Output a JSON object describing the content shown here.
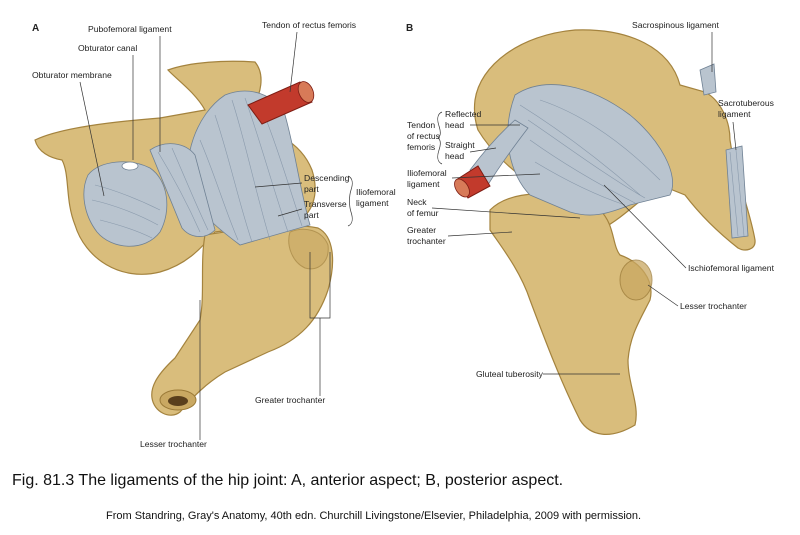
{
  "panels": {
    "a": "A",
    "b": "B"
  },
  "labels_a": {
    "pubofemoral": "Pubofemoral ligament",
    "tendon_rectus": "Tendon of rectus femoris",
    "obturator_canal": "Obturator canal",
    "obturator_membrane": "Obturator membrane",
    "descending_1": "Descending",
    "descending_2": "part",
    "transverse_1": "Transverse",
    "transverse_2": "part",
    "iliofemoral_1": "Iliofemoral",
    "iliofemoral_2": "ligament",
    "greater_trochanter": "Greater trochanter",
    "lesser_trochanter": "Lesser trochanter"
  },
  "labels_b": {
    "sacrospinous": "Sacrospinous ligament",
    "sacrotuberous_1": "Sacrotuberous",
    "sacrotuberous_2": "ligament",
    "tendon_1": "Tendon",
    "tendon_2": "of rectus",
    "tendon_3": "femoris",
    "reflected_1": "Reflected",
    "reflected_2": "head",
    "straight_1": "Straight",
    "straight_2": "head",
    "iliofemoral_1": "Iliofemoral",
    "iliofemoral_2": "ligament",
    "neck_1": "Neck",
    "neck_2": "of femur",
    "greater_1": "Greater",
    "greater_2": "trochanter",
    "ischiofemoral": "Ischiofemoral ligament",
    "lesser_trochanter": "Lesser trochanter",
    "gluteal": "Gluteal tuberosity"
  },
  "caption": "Fig. 81.3 The ligaments of the hip joint: A, anterior aspect; B, posterior aspect.",
  "credit": "From Standring, Gray's Anatomy, 40th edn. Churchill Livingstone/Elsevier, Philadelphia, 2009 with permission.",
  "colors": {
    "bone": "#d9bd7c",
    "ligament": "#b9c4cf",
    "tendon": "#c23a2c"
  }
}
